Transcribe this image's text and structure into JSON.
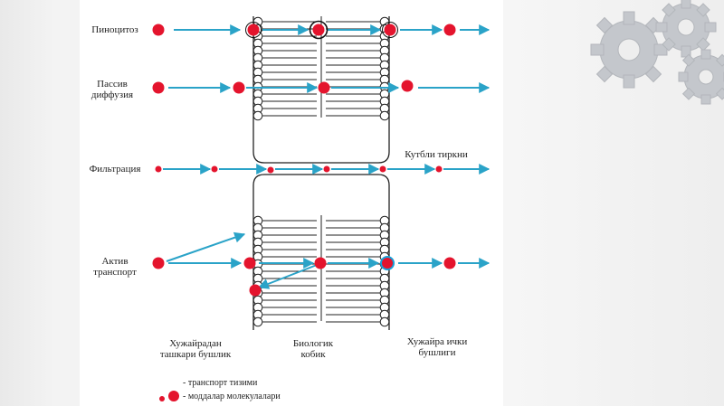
{
  "labels": {
    "pinocytosis": "Пиноцитоз",
    "passive_1": "Пассив",
    "passive_2": "диффузия",
    "filtration": "Фильтрация",
    "active_1": "Актив",
    "active_2": "транспорт",
    "tissue": "Кутбли тиркни",
    "outside_1": "Хужайрадан",
    "outside_2": "ташкари бушлик",
    "membrane_1": "Биологик",
    "membrane_2": "кобик",
    "inside_1": "Хужайра ички",
    "inside_2": "бушлиги",
    "legend_transport": "- транспорт тизими",
    "legend_molecules": "- моддалар молекулалари"
  },
  "colors": {
    "arrow": "#2aa3c8",
    "molecule": "#e4142d",
    "carrier": "#1aa0d8",
    "membrane": "#222222",
    "gear": "#c9ccd0"
  }
}
